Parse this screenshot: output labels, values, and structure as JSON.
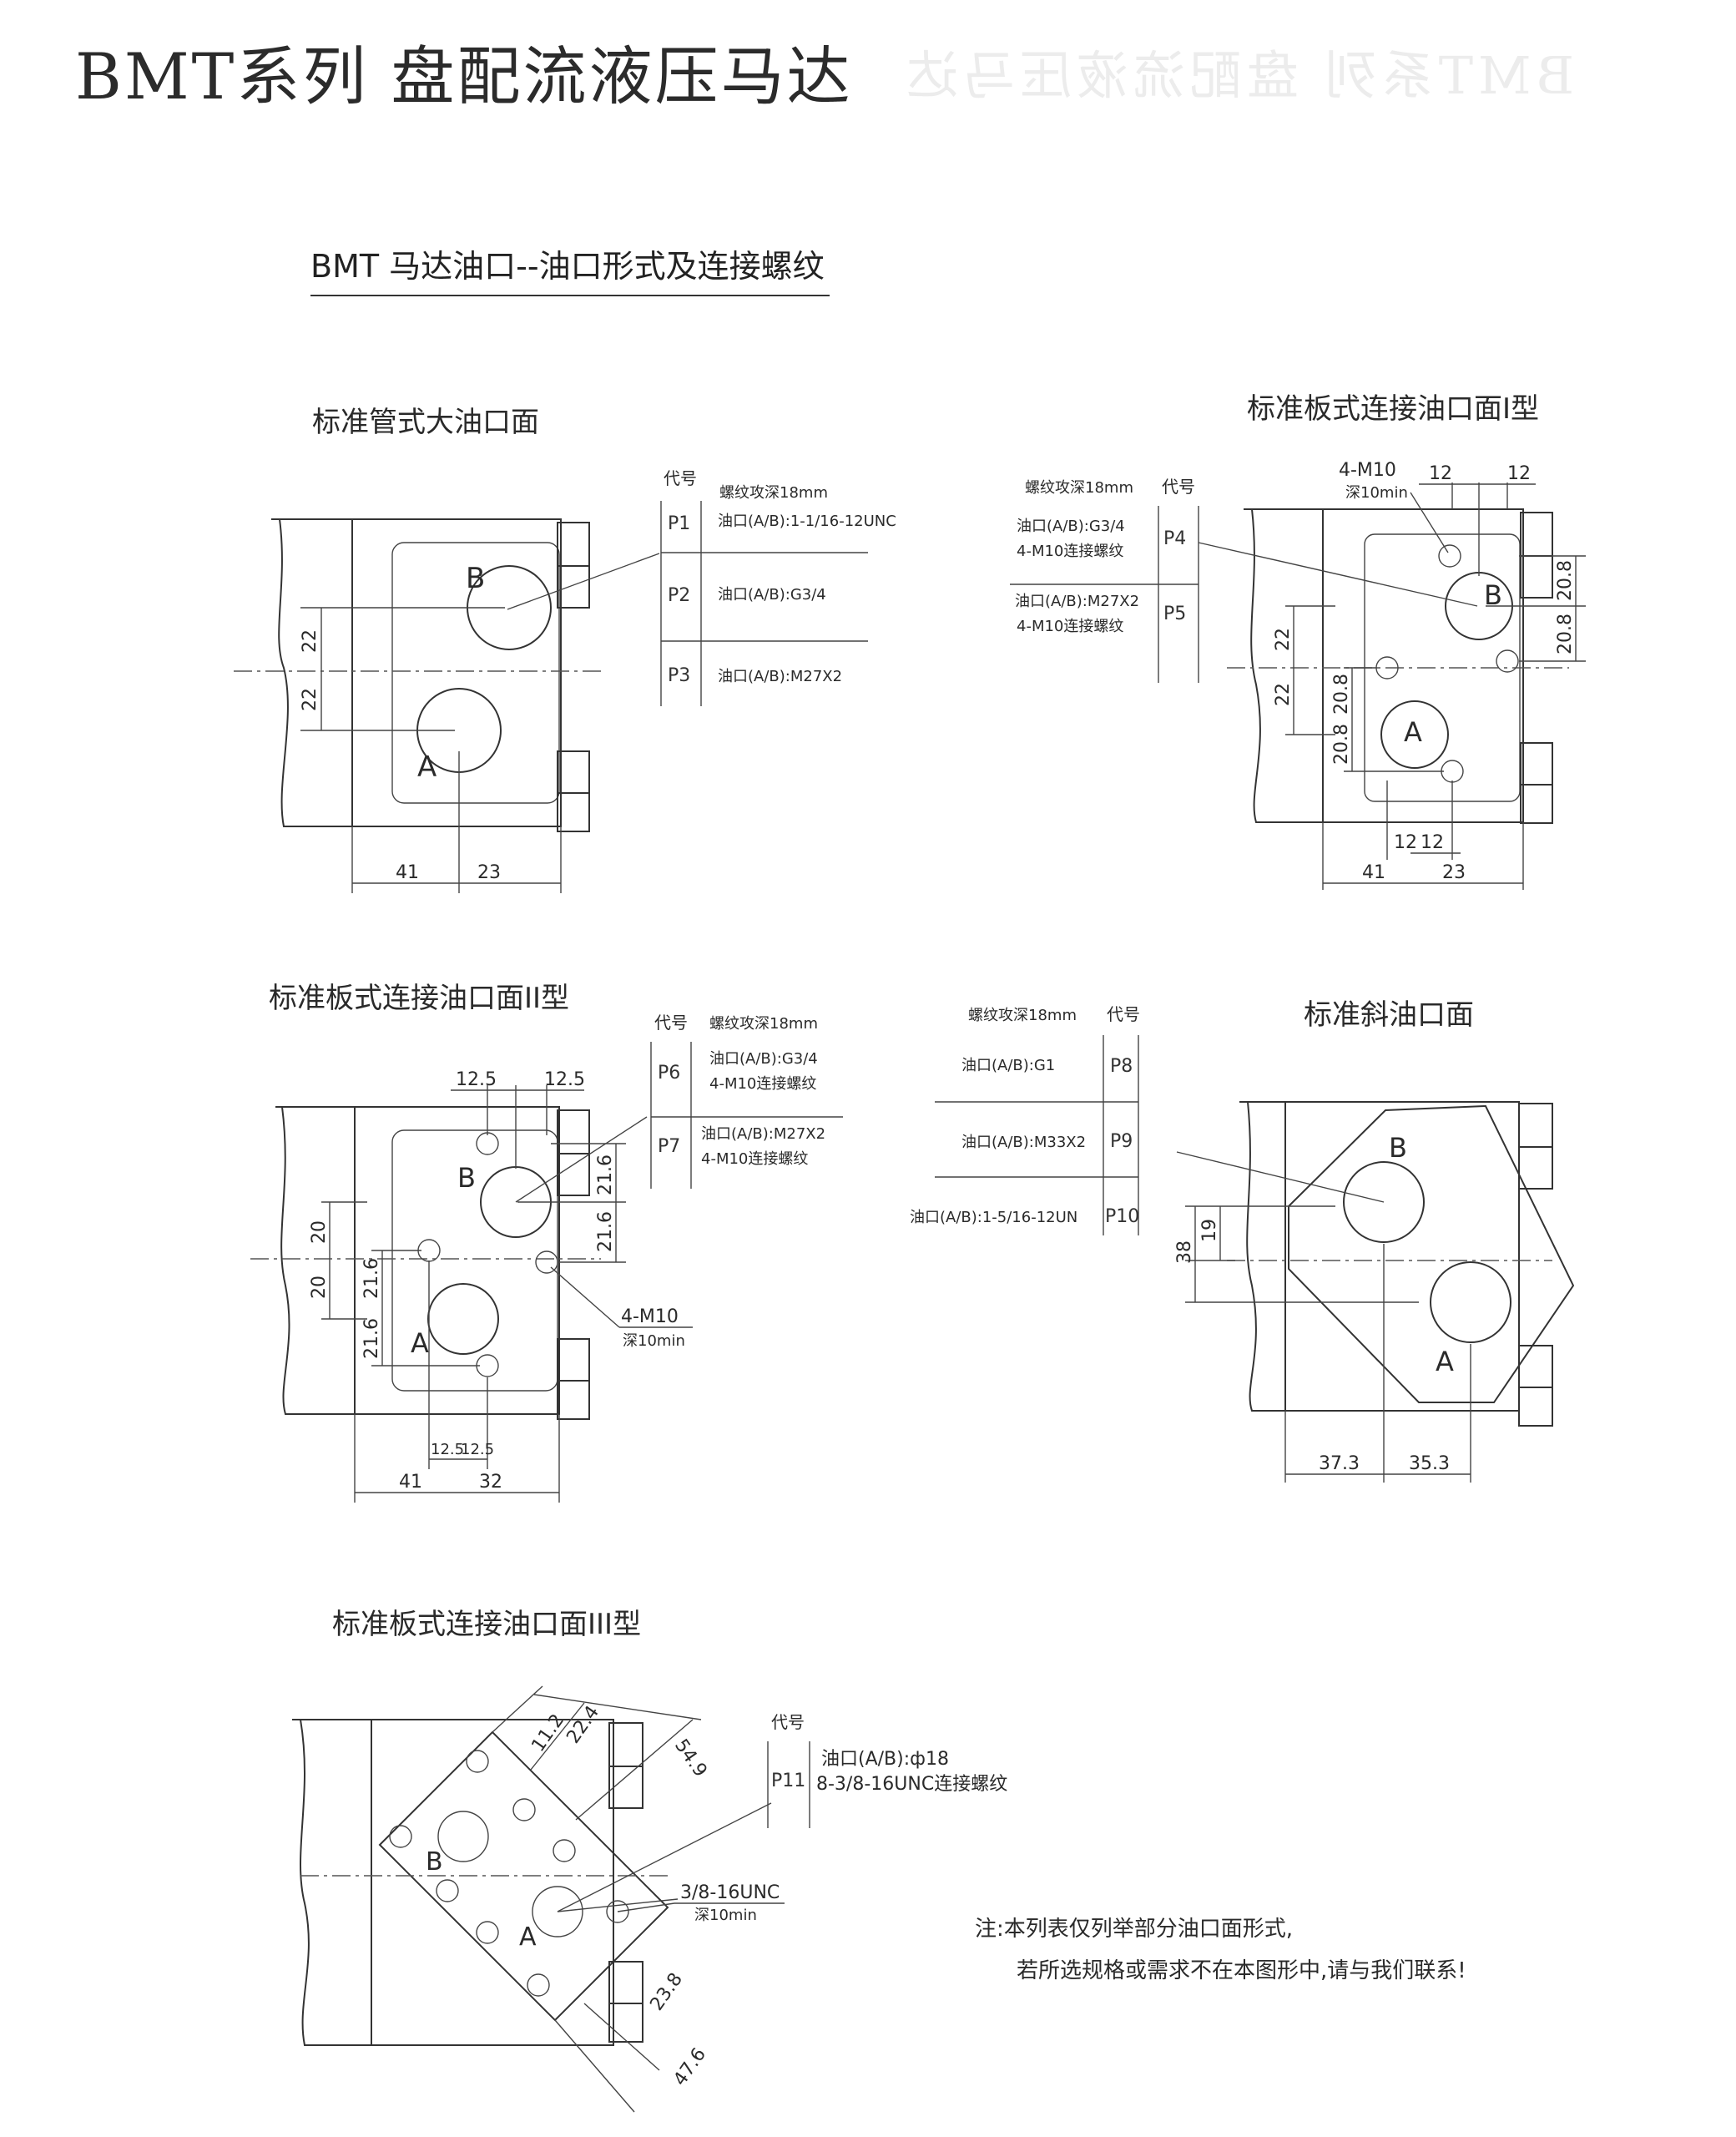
{
  "header": {
    "title": "BMT系列 盘配流液压马达",
    "subtitle": "BMT 马达油口--油口形式及连接螺纹"
  },
  "sections": {
    "s1": "标准管式大油口面",
    "s2": "标准板式连接油口面I型",
    "s3": "标准板式连接油口面II型",
    "s4": "标准斜油口面",
    "s5": "标准板式连接油口面III型"
  },
  "table_headers": {
    "code": "代号",
    "thread_depth": "螺纹攻深18mm"
  },
  "port_codes": [
    {
      "code": "P1",
      "desc": "油口(A/B):1-1/16-12UNC"
    },
    {
      "code": "P2",
      "desc": "油口(A/B):G3/4"
    },
    {
      "code": "P3",
      "desc": "油口(A/B):M27X2"
    },
    {
      "code": "P4",
      "desc": "油口(A/B):G3/4",
      "desc2": "4-M10连接螺纹"
    },
    {
      "code": "P5",
      "desc": "油口(A/B):M27X2",
      "desc2": "4-M10连接螺纹"
    },
    {
      "code": "P6",
      "desc": "油口(A/B):G3/4",
      "desc2": "4-M10连接螺纹"
    },
    {
      "code": "P7",
      "desc": "油口(A/B):M27X2",
      "desc2": "4-M10连接螺纹"
    },
    {
      "code": "P8",
      "desc": "油口(A/B):G1"
    },
    {
      "code": "P9",
      "desc": "油口(A/B):M33X2"
    },
    {
      "code": "P10",
      "desc": "油口(A/B):1-5/16-12UN"
    },
    {
      "code": "P11",
      "desc": "油口(A/B):ф18",
      "desc2": "8-3/8-16UNC连接螺纹"
    }
  ],
  "callouts": {
    "m10": "4-M10",
    "depth10": "深10min",
    "unc": "3/8-16UNC"
  },
  "port_labels": {
    "a": "A",
    "b": "B"
  },
  "dims": {
    "d22": "22",
    "d41": "41",
    "d23": "23",
    "d12": "12",
    "d20_8": "20.8",
    "d12_5": "12.5",
    "d21_6": "21.6",
    "d20": "20",
    "d32": "32",
    "d19": "19",
    "d38": "38",
    "d37_3": "37.3",
    "d35_3": "35.3",
    "d11_2": "11.2",
    "d22_4": "22.4",
    "d54_9": "54.9",
    "d23_8": "23.8",
    "d47_6": "47.6"
  },
  "notes": {
    "line1": "注:本列表仅列举部分油口面形式,",
    "line2": "若所选规格或需求不在本图形中,请与我们联系!"
  },
  "colors": {
    "ink": "#2a2a2a",
    "paper": "#ffffff"
  }
}
